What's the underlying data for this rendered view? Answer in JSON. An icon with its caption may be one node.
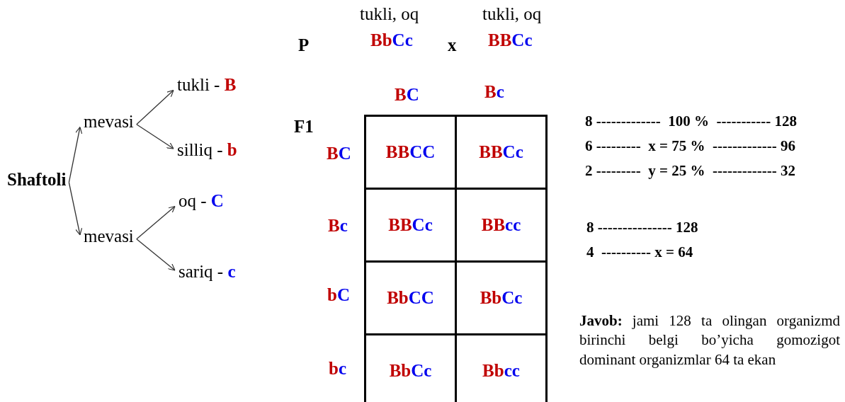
{
  "diagram": {
    "nodes": [
      {
        "text": [
          "Shaftoli"
        ]
      },
      {
        "text": [
          "mevasi"
        ]
      },
      {
        "text": [
          "mevasi"
        ]
      },
      {
        "text": [
          "tukli - B"
        ]
      },
      {
        "text": [
          "silliq - b"
        ]
      },
      {
        "text": [
          "oq - C"
        ]
      },
      {
        "text": [
          "sariq - c"
        ]
      }
    ],
    "edges": [
      {
        "from": 0,
        "to": 1,
        "arrow": "to"
      },
      {
        "from": 0,
        "to": 2,
        "arrow": "to"
      },
      {
        "from": 1,
        "to": 3,
        "arrow": "to"
      },
      {
        "from": 1,
        "to": 4,
        "arrow": "to"
      },
      {
        "from": 2,
        "to": 5,
        "arrow": "to"
      },
      {
        "from": 2,
        "to": 6,
        "arrow": "to"
      }
    ],
    "labels": [
      "tukli, oq",
      "tukli, oq",
      "P",
      "BbCc",
      "x",
      "BBCc",
      "BC",
      "Bc",
      "F1",
      "BC",
      "BBCC",
      "BBCc",
      "Bc",
      "BBCc",
      "BBcc",
      "bC",
      "BbCC",
      "BbCc",
      "bc",
      "BbCc",
      "Bbcc",
      "8 -------------  100 %  ----------- 128",
      "6 ---------  x = 75 %  ------------- 96",
      "2 ---------  y = 25 %  ------------- 32",
      "8 --------------- 128",
      "4  ---------- x = 64",
      "**Javob:** jami 128 ta olingan organizmd birinchi belgi bo’yicha gomozigot dominant organizmlar 64 ta ekan"
    ]
  }
}
